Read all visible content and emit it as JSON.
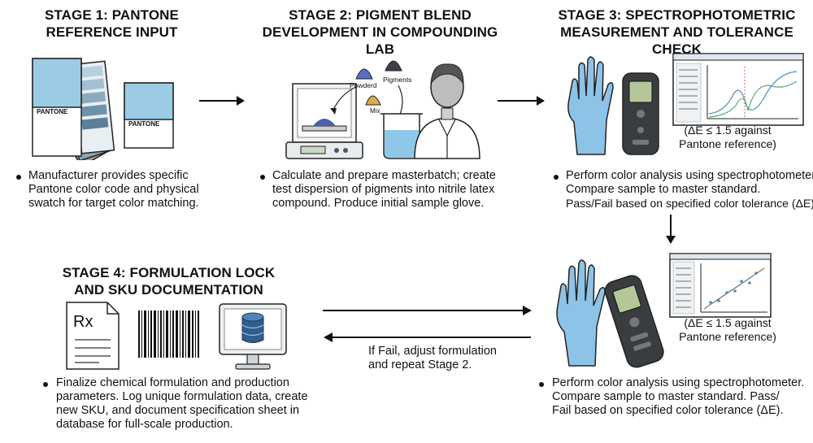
{
  "stage1": {
    "title_line1": "STAGE 1: PANTONE",
    "title_line2": "REFERENCE INPUT",
    "swatch_label_a": "PANTONE",
    "swatch_label_b": "PANTONE",
    "desc_line1": "Manufacturer provides specific",
    "desc_line2": "Pantone color code and physical",
    "desc_line3": "swatch for target color matching."
  },
  "stage2": {
    "title_line1": "STAGE 2: PIGMENT BLEND",
    "title_line2": "DEVELOPMENT IN COMPOUNDING LAB",
    "label_powderd": "Powderd",
    "label_pigments": "Pigments",
    "label_mix": "Mix",
    "desc_line1": "Calculate and prepare masterbatch; create",
    "desc_line2": "test dispersion of pigments into nitrile latex",
    "desc_line3": "compound. Produce initial sample glove."
  },
  "stage3": {
    "title_line1": "STAGE 3: SPECTROPHOTOMETRIC",
    "title_line2": "MEASUREMENT AND TOLERANCE CHECK",
    "tolerance_line1": "(ΔE ≤ 1.5 against",
    "tolerance_line2": "Pantone reference)",
    "desc_line1": "Perform color analysis using spectrophotometer.",
    "desc_line2": "Compare sample to master standard.",
    "desc_line3": "Pass/Fail based on specified color tolerance (ΔE)."
  },
  "stage3b": {
    "tolerance_line1": "(ΔE ≤ 1.5 against",
    "tolerance_line2": "Pantone reference)",
    "desc_line1": "Perform color analysis using spectrophotometer.",
    "desc_line2": "Compare sample to master standard. Pass/",
    "desc_line3": "Fail based on specified color tolerance (ΔE)."
  },
  "stage4": {
    "title_line1": "STAGE 4: FORMULATION LOCK",
    "title_line2": "AND SKU DOCUMENTATION",
    "rx_label": "Rx",
    "desc_line1": "Finalize chemical formulation and production",
    "desc_line2": "parameters. Log unique formulation data, create",
    "desc_line3": "new SKU, and document specification sheet in",
    "desc_line4": "database for full-scale production."
  },
  "loop": {
    "fail_line1": "If Fail, adjust formulation",
    "fail_line2": "and repeat Stage 2."
  },
  "colors": {
    "swatch_blue": "#9ccbe6",
    "glove_blue": "#8ec3e8",
    "meter_dark": "#3a3d40",
    "screen_green": "#b5c79a"
  }
}
